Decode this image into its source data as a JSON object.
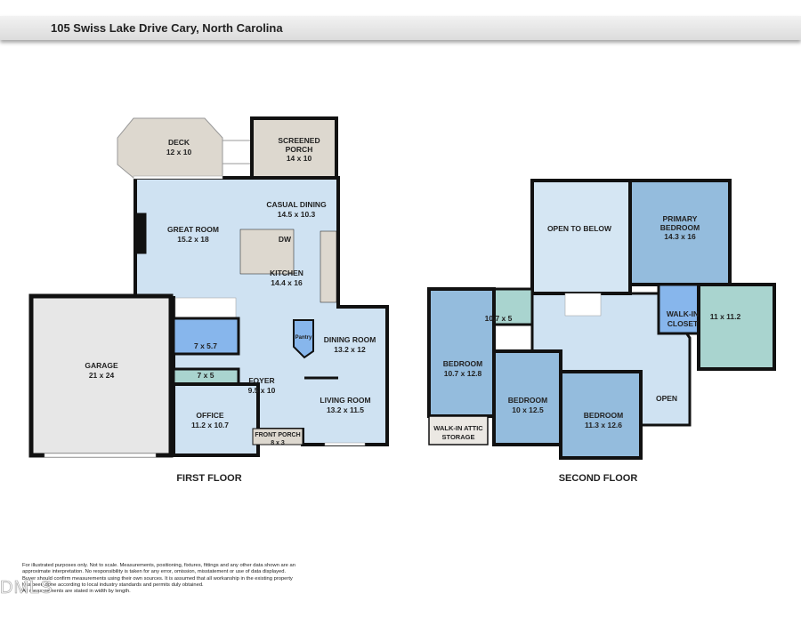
{
  "header": {
    "title": "105 Swiss Lake Drive   Cary, North Carolina"
  },
  "first_floor": {
    "label": "FIRST FLOOR",
    "rooms": [
      {
        "name": "DECK",
        "size": "12 x 10"
      },
      {
        "name": "SCREENED",
        "name2": "PORCH",
        "size": "14 x 10"
      },
      {
        "name": "CASUAL DINING",
        "size": "14.5 x 10.3"
      },
      {
        "name": "GREAT ROOM",
        "size": "15.2 x 18"
      },
      {
        "name": "KITCHEN",
        "size": "14.4 x 16"
      },
      {
        "name": "GARAGE",
        "size": "21 x 24"
      },
      {
        "name": "",
        "size": "7 x 5.7"
      },
      {
        "name": "",
        "size": "7 x 5"
      },
      {
        "name": "FOYER",
        "size": "9.5 x 10"
      },
      {
        "name": "OFFICE",
        "size": "11.2 x 10.7"
      },
      {
        "name": "DINING ROOM",
        "size": "13.2 x 12"
      },
      {
        "name": "LIVING ROOM",
        "size": "13.2 x 11.5"
      },
      {
        "name": "FRONT PORCH",
        "size": "8 x 3"
      },
      {
        "name": "Pantry",
        "size": ""
      },
      {
        "name": "DW",
        "size": ""
      }
    ]
  },
  "second_floor": {
    "label": "SECOND FLOOR",
    "rooms": [
      {
        "name": "OPEN TO BELOW",
        "size": ""
      },
      {
        "name": "PRIMARY",
        "name2": "BEDROOM",
        "size": "14.3 x 16"
      },
      {
        "name": "WALK-IN",
        "name2": "CLOSET",
        "size": ""
      },
      {
        "name": "",
        "size": "11 x 11.2"
      },
      {
        "name": "",
        "size": "10.7 x 5"
      },
      {
        "name": "BEDROOM",
        "size": "10.7 x 12.8"
      },
      {
        "name": "BEDROOM",
        "size": "10 x 12.5"
      },
      {
        "name": "BEDROOM",
        "size": "11.3 x 12.6"
      },
      {
        "name": "OPEN",
        "size": ""
      },
      {
        "name": "WALK-IN ATTIC",
        "name2": "STORAGE",
        "size": ""
      }
    ]
  },
  "disclaimer": [
    "For illustrated purposes only. Not to scale. Measurements, positioning, fixtures, fittings and any other data shown are an",
    "approximate interpretation. No responsibility is taken for any error, omission, misstatement or use of data displayed.",
    "Buyer should confirm measurements using their own sources. It is assumed that all workanship in the existing property",
    "has been done according to local industry standards and permits duly obtained.",
    "All measurements are stated in width by length."
  ],
  "watermark": "DMLS",
  "colors": {
    "living": "#cfe2f2",
    "bedroom": "#94bcdd",
    "closet": "#87b6ec",
    "bath": "#a9d4cf",
    "outdoor": "#ddd8cf",
    "garage": "#e7e7e7",
    "wall": "#111111"
  }
}
